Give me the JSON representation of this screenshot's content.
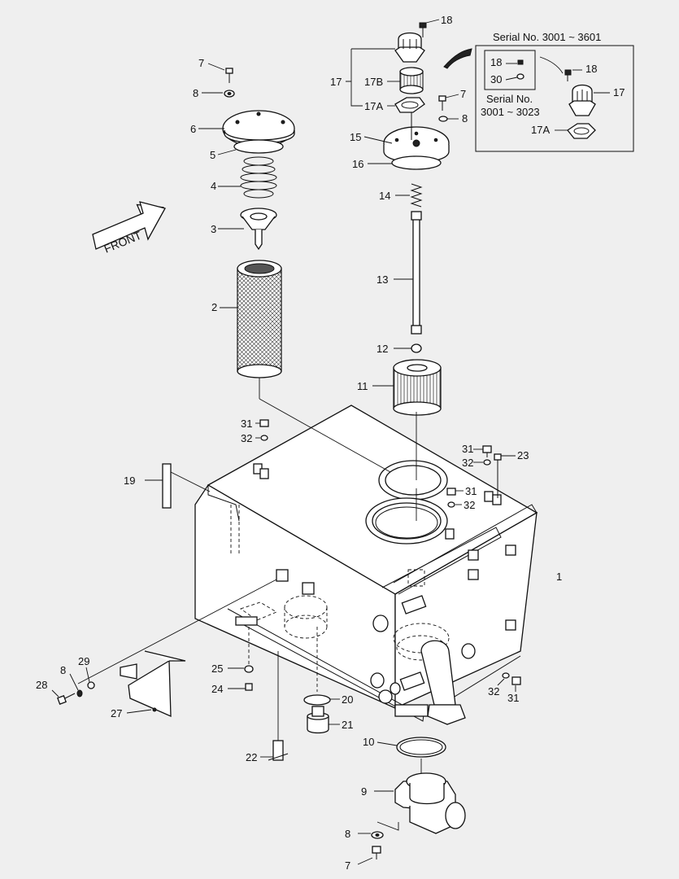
{
  "callouts": {
    "c1": "1",
    "c2": "2",
    "c3": "3",
    "c4": "4",
    "c5": "5",
    "c6": "6",
    "c7a": "7",
    "c7b": "7",
    "c7c": "7",
    "c8a": "8",
    "c8b": "8",
    "c8c": "8",
    "c8d": "8",
    "c9": "9",
    "c10": "10",
    "c11": "11",
    "c12": "12",
    "c13": "13",
    "c14": "14",
    "c15": "15",
    "c16": "16",
    "c17": "17",
    "c17b": "17B",
    "c17a": "17A",
    "c18": "18",
    "c19": "19",
    "c20": "20",
    "c21": "21",
    "c22": "22",
    "c23": "23",
    "c24": "24",
    "c25": "25",
    "c27": "27",
    "c28": "28",
    "c29": "29",
    "c31a": "31",
    "c31b": "31",
    "c31c": "31",
    "c31d": "31",
    "c32a": "32",
    "c32b": "32",
    "c32c": "32",
    "c32d": "32"
  },
  "inset": {
    "title": "Serial No. 3001 ~ 3601",
    "sub_label_line1": "Serial No.",
    "sub_label_line2": "3001 ~ 3023",
    "sub_18": "18",
    "sub_30": "30",
    "c18": "18",
    "c17": "17",
    "c17a": "17A"
  },
  "front_arrow": {
    "label": "FRONT"
  }
}
